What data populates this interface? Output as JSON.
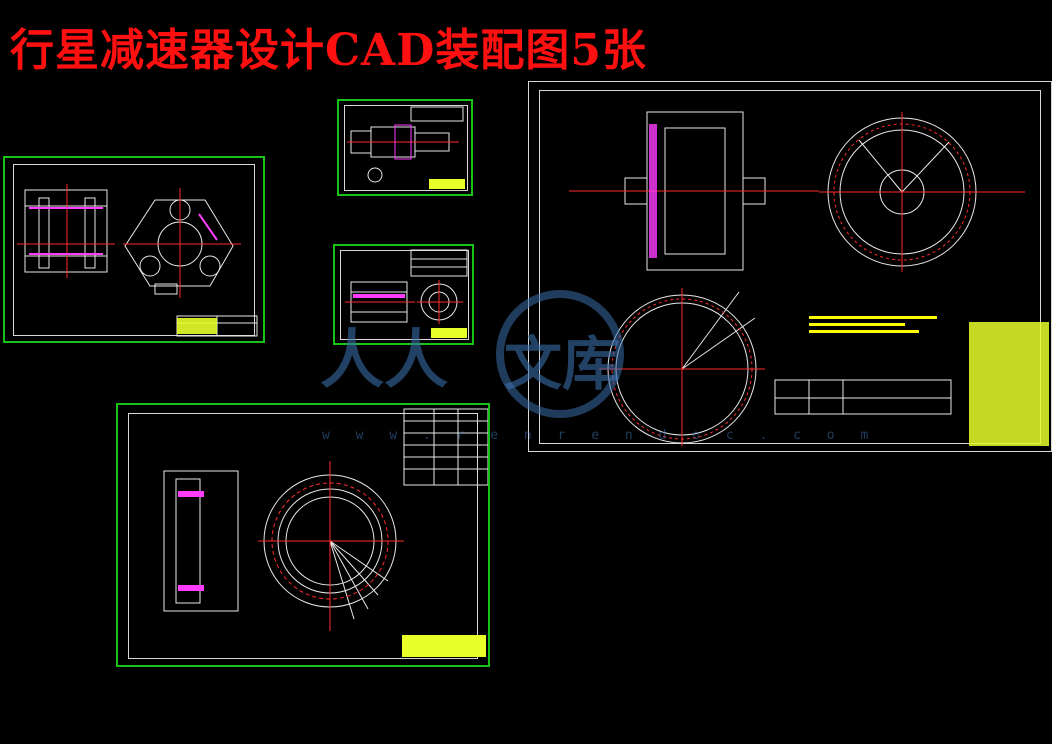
{
  "title": "行星减速器设计CAD装配图5张",
  "watermark": {
    "text": "w w w . r e n r e n d o c . c o m",
    "logo_left": "人人",
    "logo_right": "文库",
    "color": "#3a6ea8"
  },
  "colors": {
    "title": "#ff1010",
    "sheet_border": "#19c219",
    "lines": "#e8e8e8",
    "centerline": "#ff2a2a",
    "hatch": "#ff3cff",
    "table_fill": "#e8ff2a",
    "note_text": "#ffff00"
  },
  "drawings": [
    {
      "id": "sheet-planet-carrier",
      "description": "three-arm planet carrier"
    },
    {
      "id": "sheet-shaft",
      "description": "small shaft part"
    },
    {
      "id": "sheet-sleeve",
      "description": "bushing sleeve"
    },
    {
      "id": "sheet-ring-gear",
      "description": "internal ring gear"
    },
    {
      "id": "sheet-assembly",
      "description": "planetary reducer assembly"
    }
  ]
}
